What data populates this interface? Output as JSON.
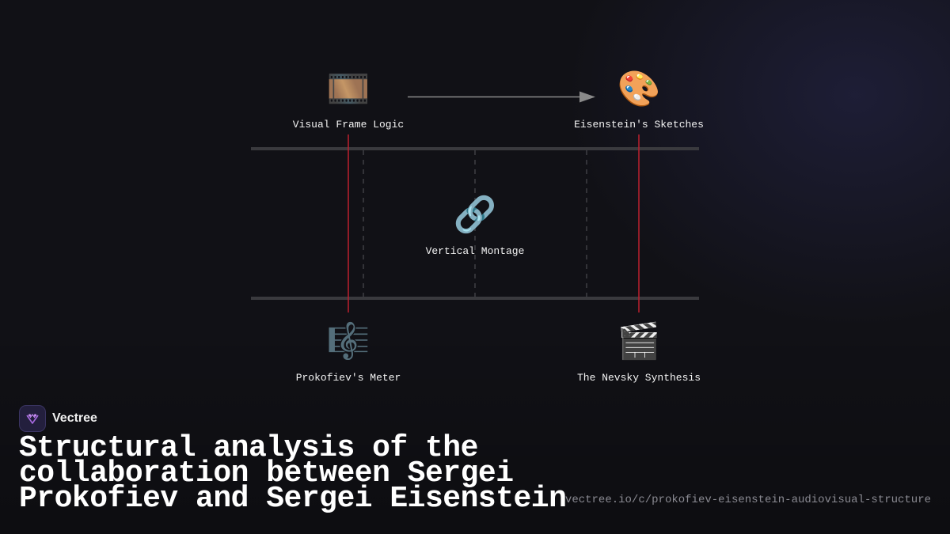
{
  "diagram": {
    "nodes": [
      {
        "id": "visual",
        "icon": "🎞️",
        "icon_name": "film-frames-icon",
        "label": "Visual Frame Logic"
      },
      {
        "id": "sketches",
        "icon": "🎨",
        "icon_name": "palette-icon",
        "label": "Eisenstein's Sketches"
      },
      {
        "id": "montage",
        "icon": "🔗",
        "icon_name": "link-icon",
        "label": "Vertical Montage"
      },
      {
        "id": "meter",
        "icon": "🎼",
        "icon_name": "musical-score-icon",
        "label": "Prokofiev's Meter"
      },
      {
        "id": "synthesis",
        "icon": "🎬",
        "icon_name": "clapperboard-icon",
        "label": "The Nevsky Synthesis"
      }
    ],
    "edges": [
      {
        "from": "visual",
        "to": "sketches",
        "style": "arrow"
      }
    ]
  },
  "brand": {
    "name": "Vectree"
  },
  "title": "Structural analysis of the collaboration between Sergei Prokofiev and Sergei Eisenstein",
  "url": "vectree.io/c/prokofiev-eisenstein-audiovisual-structure",
  "colors": {
    "background": "#111116",
    "track_line": "#3a3a3e",
    "dashed_line": "#4a4a50",
    "red_line": "#b3202e",
    "arrow": "#8a8a8a",
    "text": "#f4f4f4",
    "url": "#8a8a92"
  }
}
